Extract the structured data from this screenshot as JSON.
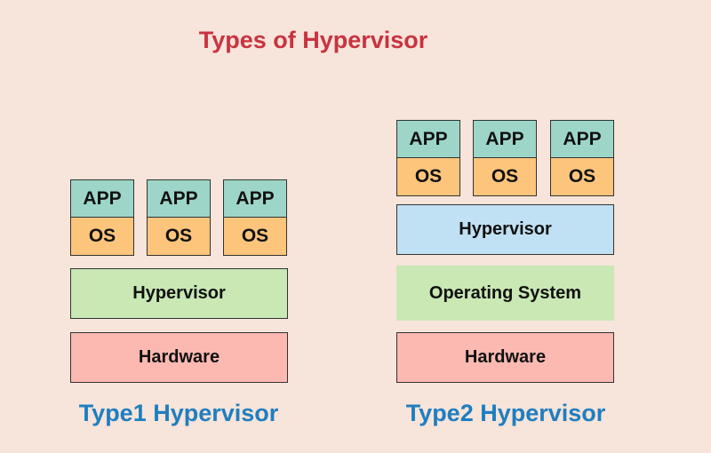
{
  "title": "Types of Hypervisor",
  "type1": {
    "label": "Type1 Hypervisor",
    "vms": [
      {
        "app": "APP",
        "os": "OS"
      },
      {
        "app": "APP",
        "os": "OS"
      },
      {
        "app": "APP",
        "os": "OS"
      }
    ],
    "hypervisor": "Hypervisor",
    "hardware": "Hardware"
  },
  "type2": {
    "label": "Type2 Hypervisor",
    "vms": [
      {
        "app": "APP",
        "os": "OS"
      },
      {
        "app": "APP",
        "os": "OS"
      },
      {
        "app": "APP",
        "os": "OS"
      }
    ],
    "hypervisor": "Hypervisor",
    "operating_system": "Operating System",
    "hardware": "Hardware"
  }
}
